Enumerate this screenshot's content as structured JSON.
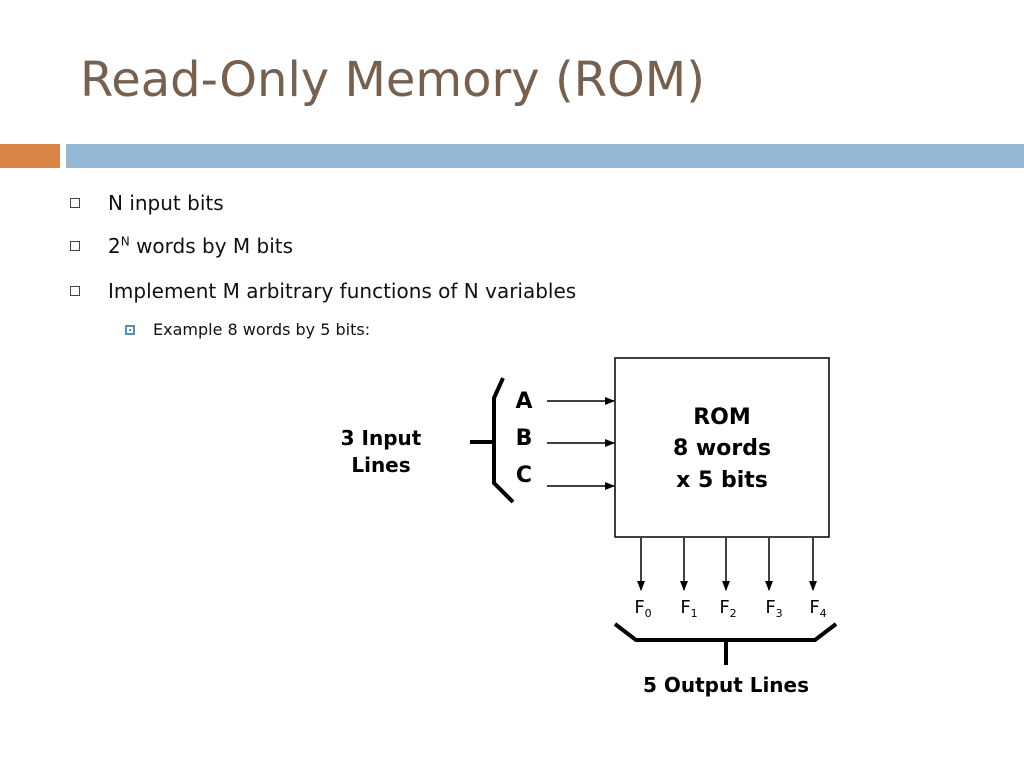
{
  "slide": {
    "title": "Read-Only Memory (ROM)",
    "bullets": [
      {
        "text": "N input bits"
      },
      {
        "base": "2",
        "sup": "N",
        "rest": " words by M bits"
      },
      {
        "text": "Implement M arbitrary functions of N variables"
      }
    ],
    "sub_bullet": "Example 8 words by 5 bits:"
  },
  "diagram": {
    "input_group_label": [
      "3 Input",
      "Lines"
    ],
    "inputs": [
      "A",
      "B",
      "C"
    ],
    "rom_box": [
      "ROM",
      "8 words",
      "x 5 bits"
    ],
    "outputs": [
      {
        "base": "F",
        "sub": "0"
      },
      {
        "base": "F",
        "sub": "1"
      },
      {
        "base": "F",
        "sub": "2"
      },
      {
        "base": "F",
        "sub": "3"
      },
      {
        "base": "F",
        "sub": "4"
      }
    ],
    "output_group_label": "5 Output Lines"
  }
}
